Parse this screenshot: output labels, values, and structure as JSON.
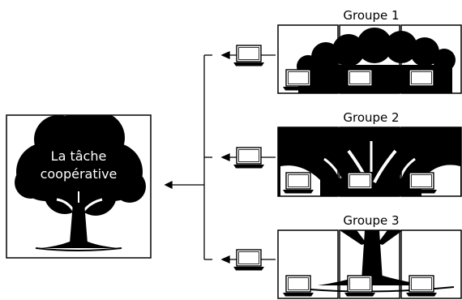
{
  "main_task": {
    "label_line1": "La tâche",
    "label_line2": "coopérative"
  },
  "groups": [
    {
      "label": "Groupe 1",
      "panel_content": "canopy",
      "member_count": 3
    },
    {
      "label": "Groupe 2",
      "panel_content": "branches",
      "member_count": 3
    },
    {
      "label": "Groupe 3",
      "panel_content": "trunk-roots",
      "member_count": 3
    }
  ],
  "icons": {
    "member": "laptop-icon",
    "task": "tree-icon"
  },
  "colors": {
    "ink": "#000000",
    "background": "#ffffff"
  }
}
